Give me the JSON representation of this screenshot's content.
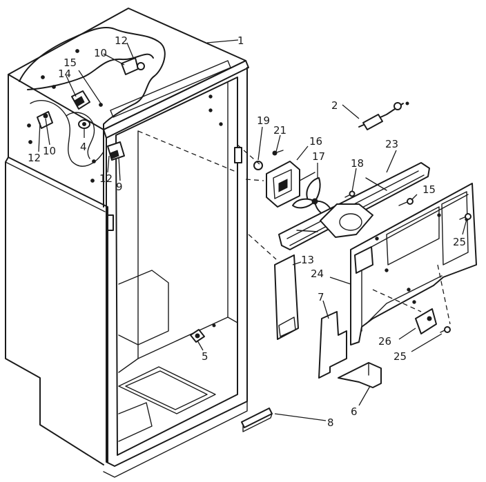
{
  "diagram": {
    "type": "exploded-parts-view",
    "callouts": [
      {
        "id": "c1",
        "label": "1"
      },
      {
        "id": "c2",
        "label": "2"
      },
      {
        "id": "c4",
        "label": "4"
      },
      {
        "id": "c5",
        "label": "5"
      },
      {
        "id": "c6",
        "label": "6"
      },
      {
        "id": "c7",
        "label": "7"
      },
      {
        "id": "c8",
        "label": "8"
      },
      {
        "id": "c9",
        "label": "9"
      },
      {
        "id": "c10a",
        "label": "10"
      },
      {
        "id": "c10b",
        "label": "10"
      },
      {
        "id": "c12a",
        "label": "12"
      },
      {
        "id": "c12b",
        "label": "12"
      },
      {
        "id": "c12c",
        "label": "12"
      },
      {
        "id": "c13",
        "label": "13"
      },
      {
        "id": "c14",
        "label": "14"
      },
      {
        "id": "c15a",
        "label": "15"
      },
      {
        "id": "c15b",
        "label": "15"
      },
      {
        "id": "c16",
        "label": "16"
      },
      {
        "id": "c17",
        "label": "17"
      },
      {
        "id": "c18",
        "label": "18"
      },
      {
        "id": "c19",
        "label": "19"
      },
      {
        "id": "c21",
        "label": "21"
      },
      {
        "id": "c23",
        "label": "23"
      },
      {
        "id": "c24",
        "label": "24"
      },
      {
        "id": "c25a",
        "label": "25"
      },
      {
        "id": "c25b",
        "label": "25"
      },
      {
        "id": "c26",
        "label": "26"
      }
    ]
  }
}
